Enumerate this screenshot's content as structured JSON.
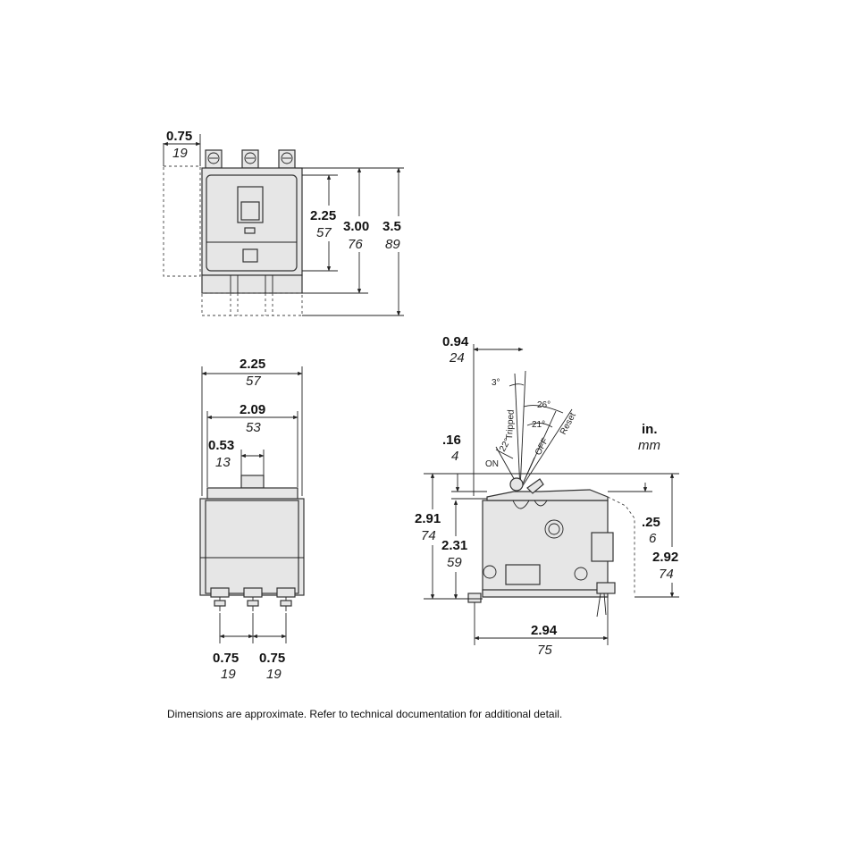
{
  "front_view": {
    "width_in": "0.75",
    "width_mm": "19",
    "h1_in": "2.25",
    "h1_mm": "57",
    "h2_in": "3.00",
    "h2_mm": "76",
    "h3_in": "3.5",
    "h3_mm": "89"
  },
  "top_view": {
    "w_total_in": "2.25",
    "w_total_mm": "57",
    "w_inner_in": "2.09",
    "w_inner_mm": "53",
    "w_handle_in": "0.53",
    "w_handle_mm": "13",
    "pitch1_in": "0.75",
    "pitch1_mm": "19",
    "pitch2_in": "0.75",
    "pitch2_mm": "19"
  },
  "side_view": {
    "handle_in": "0.94",
    "handle_mm": "24",
    "angle_3": "3°",
    "angle_26": "26°",
    "angle_21": "21°",
    "angle_22": "22°",
    "label_tripped": "Tripped",
    "label_reset": "Reset",
    "label_off": "OFF",
    "label_on": "ON",
    "top_in": ".16",
    "top_mm": "4",
    "h_total_in": "2.91",
    "h_total_mm": "74",
    "h_body_in": "2.31",
    "h_body_mm": "59",
    "right_in": ".25",
    "right_mm": "6",
    "h_right_in": "2.92",
    "h_right_mm": "74",
    "depth_in": "2.94",
    "depth_mm": "75"
  },
  "units": {
    "inch": "in.",
    "mm": "mm"
  },
  "note": "Dimensions are approximate. Refer to technical documentation for additional detail."
}
